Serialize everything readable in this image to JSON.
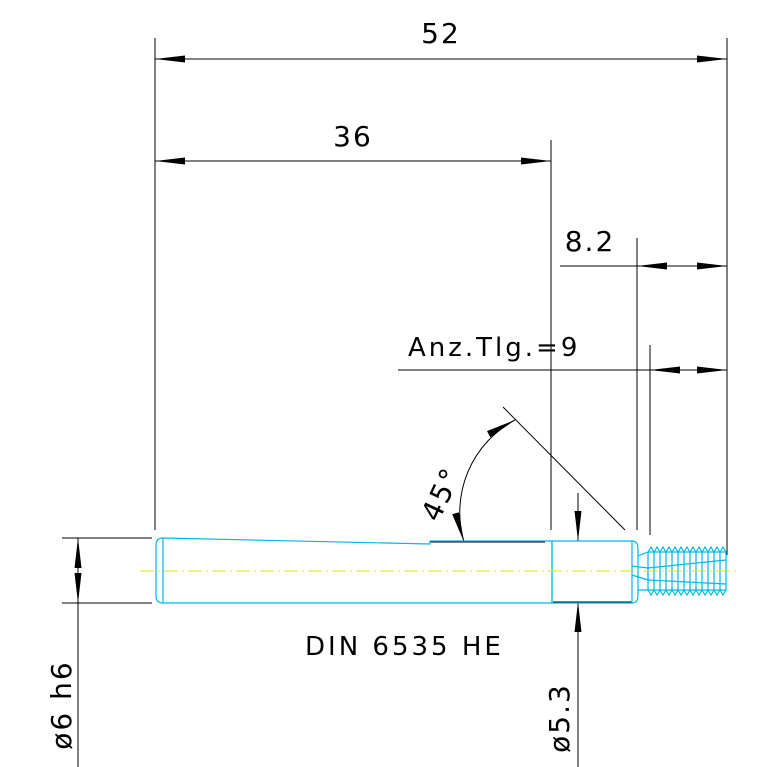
{
  "dimensions": {
    "overall_length": "52",
    "shank_length": "36",
    "thread_length": "8.2",
    "pitch_count": "Anz.Tlg.=9",
    "chamfer_angle": "45°",
    "shank_diameter": "ø6 h6",
    "neck_diameter": "ø5.3"
  },
  "designation": "DIN 6535 HE",
  "colors": {
    "part_outline": "#00b8e6",
    "center_line": "#e6e600",
    "dimension_lines": "#000000",
    "background": "#ffffff"
  }
}
